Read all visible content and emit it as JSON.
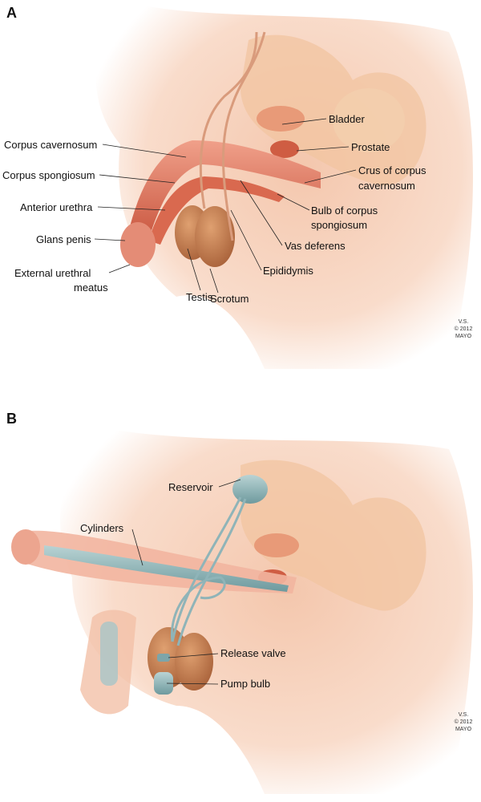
{
  "panel_a": {
    "letter": "A",
    "labels": {
      "corpus_cavernosum": "Corpus cavernosum",
      "corpus_spongiosum": "Corpus spongiosum",
      "anterior_urethra": "Anterior urethra",
      "glans_penis": "Glans penis",
      "external_urethral_meatus_1": "External urethral",
      "external_urethral_meatus_2": "meatus",
      "testis": "Testis",
      "scrotum": "Scrotum",
      "epididymis": "Epididymis",
      "vas_deferens": "Vas deferens",
      "bulb_1": "Bulb of corpus",
      "bulb_2": "spongiosum",
      "crus_1": "Crus of corpus",
      "crus_2": "cavernosum",
      "prostate": "Prostate",
      "bladder": "Bladder"
    },
    "credit": [
      "V.S.",
      "© 2012",
      "MAYO"
    ]
  },
  "panel_b": {
    "letter": "B",
    "labels": {
      "reservoir": "Reservoir",
      "cylinders": "Cylinders",
      "release_valve": "Release valve",
      "pump_bulb": "Pump bulb"
    },
    "credit": [
      "V.S.",
      "© 2012",
      "MAYO"
    ]
  },
  "colors": {
    "skin": "#f6d2bd",
    "bone": "#f2c6a2",
    "erectile": "#e07a62",
    "testis": "#c98354",
    "implant": "#8fb4b8"
  }
}
